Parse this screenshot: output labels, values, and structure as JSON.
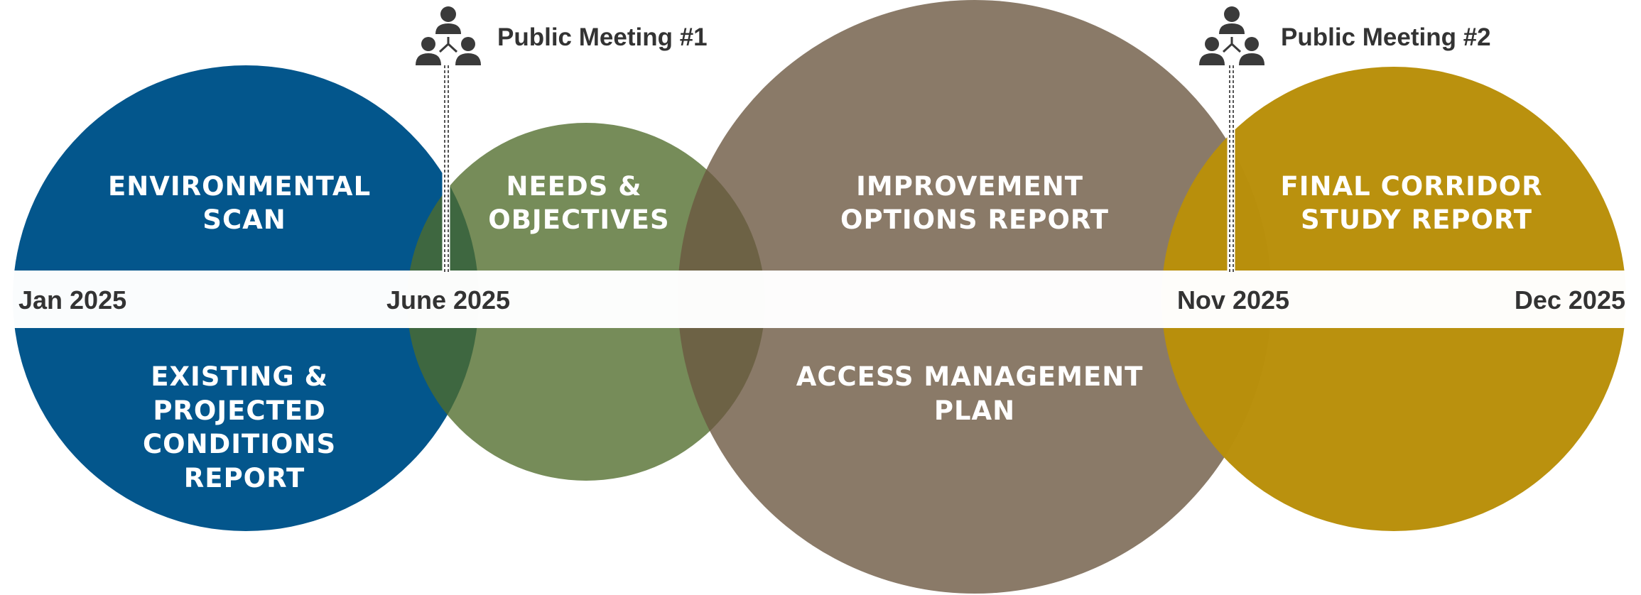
{
  "colors": {
    "environmental": "#00548b",
    "needs": "#4f6b2a",
    "improvement": "#6b5640",
    "final": "#b98f0a",
    "timeline_band": "#ffffff",
    "date_text": "#333333",
    "icon": "#3a3a3a"
  },
  "phases": [
    {
      "id": "environmental",
      "top_lines": [
        "ENVIRONMENTAL",
        "SCAN"
      ],
      "bottom_lines": [
        "EXISTING &",
        "PROJECTED",
        "CONDITIONS",
        "REPORT"
      ]
    },
    {
      "id": "needs",
      "top_lines": [
        "NEEDS &",
        "OBJECTIVES"
      ],
      "bottom_lines": []
    },
    {
      "id": "improvement",
      "top_lines": [
        "IMPROVEMENT",
        "OPTIONS REPORT"
      ],
      "bottom_lines": [
        "ACCESS MANAGEMENT",
        "PLAN"
      ]
    },
    {
      "id": "final",
      "top_lines": [
        "FINAL CORRIDOR",
        "STUDY REPORT"
      ],
      "bottom_lines": []
    }
  ],
  "timeline": {
    "dates": [
      "Jan 2025",
      "June 2025",
      "Nov 2025",
      "Dec 2025"
    ]
  },
  "meetings": [
    {
      "label": "Public Meeting #1",
      "icon": "people-group-icon",
      "date": "June 2025"
    },
    {
      "label": "Public Meeting #2",
      "icon": "people-group-icon",
      "date": "Nov 2025"
    }
  ]
}
